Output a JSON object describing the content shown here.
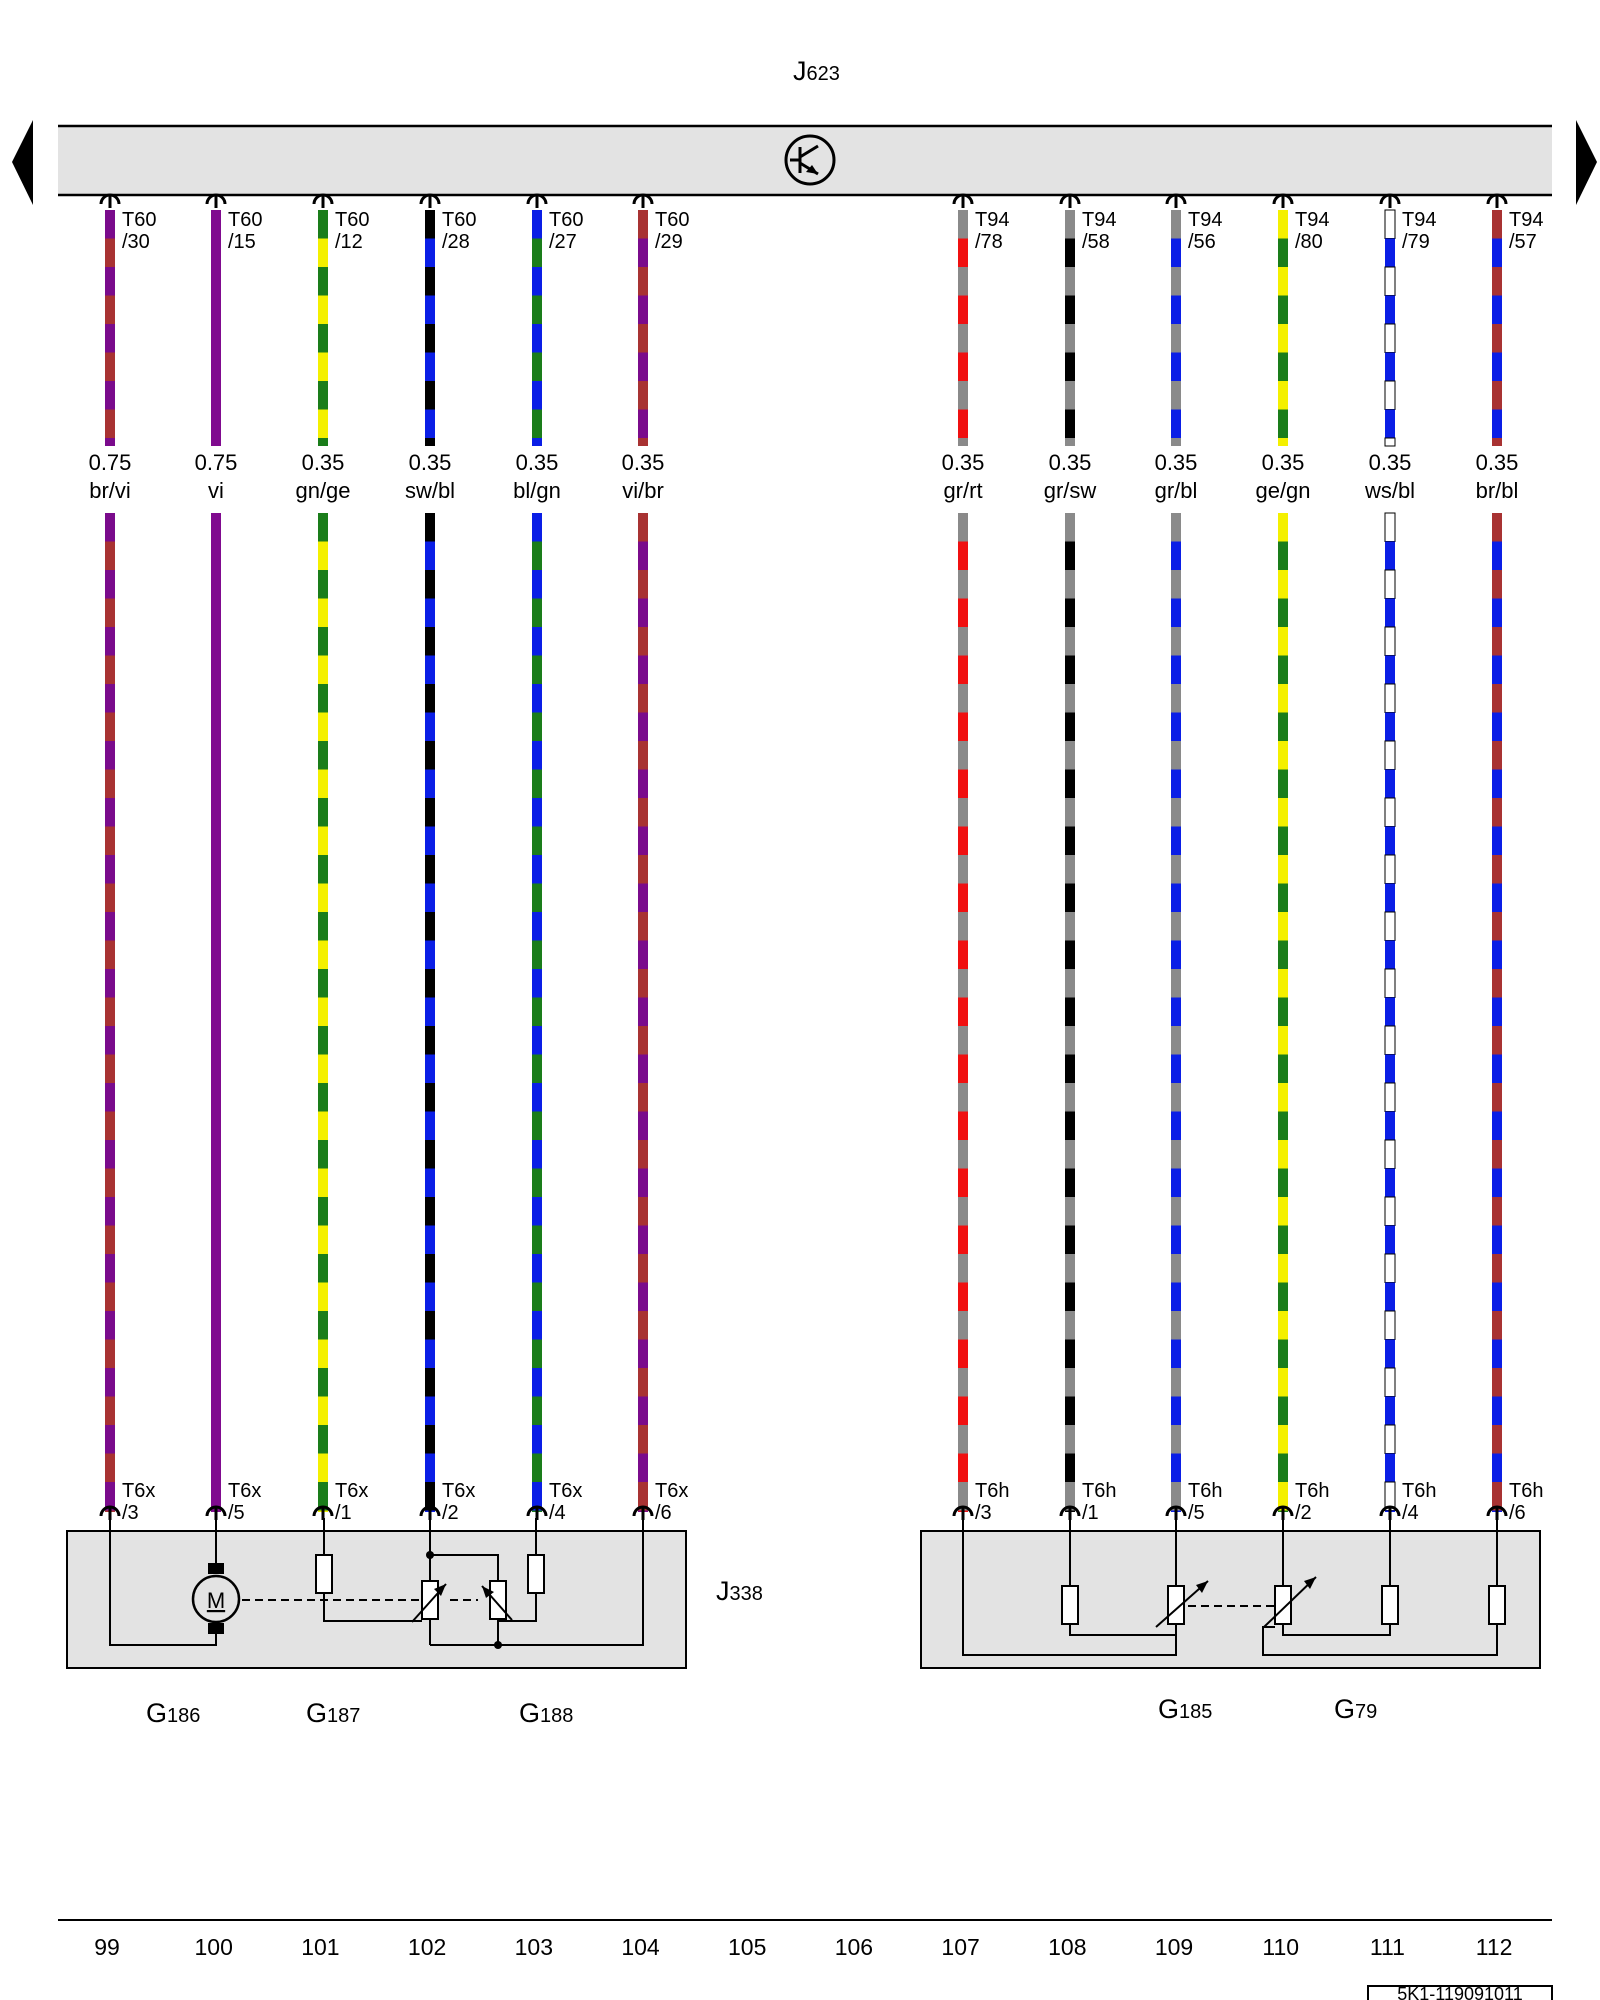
{
  "control_unit": {
    "label_letter": "J",
    "label_num": "623",
    "symbol": "transistor-symbol"
  },
  "component_box_label": {
    "letter": "J",
    "num": "338"
  },
  "left_wires": [
    {
      "connector": "T60",
      "pin": "/30",
      "gauge": "0.75",
      "color_code": "br/vi",
      "colors": [
        "#7a0b8c",
        "#a83232"
      ],
      "bottom_connector": "T6x",
      "bottom_pin": "/3"
    },
    {
      "connector": "T60",
      "pin": "/15",
      "gauge": "0.75",
      "color_code": "vi",
      "colors": [
        "#800a8f"
      ],
      "bottom_connector": "T6x",
      "bottom_pin": "/5"
    },
    {
      "connector": "T60",
      "pin": "/12",
      "gauge": "0.35",
      "color_code": "gn/ge",
      "colors": [
        "#1a7d1a",
        "#f4f000"
      ],
      "bottom_connector": "T6x",
      "bottom_pin": "/1"
    },
    {
      "connector": "T60",
      "pin": "/28",
      "gauge": "0.35",
      "color_code": "sw/bl",
      "colors": [
        "#000000",
        "#0a1ee6"
      ],
      "bottom_connector": "T6x",
      "bottom_pin": "/2"
    },
    {
      "connector": "T60",
      "pin": "/27",
      "gauge": "0.35",
      "color_code": "bl/gn",
      "colors": [
        "#0a1ee6",
        "#1a7d1a"
      ],
      "bottom_connector": "T6x",
      "bottom_pin": "/4"
    },
    {
      "connector": "T60",
      "pin": "/29",
      "gauge": "0.35",
      "color_code": "vi/br",
      "colors": [
        "#a83232",
        "#7a0b8c"
      ],
      "bottom_connector": "T6x",
      "bottom_pin": "/6"
    }
  ],
  "right_wires": [
    {
      "connector": "T94",
      "pin": "/78",
      "gauge": "0.35",
      "color_code": "gr/rt",
      "colors": [
        "#8a8a8a",
        "#f01010"
      ],
      "bottom_connector": "T6h",
      "bottom_pin": "/3"
    },
    {
      "connector": "T94",
      "pin": "/58",
      "gauge": "0.35",
      "color_code": "gr/sw",
      "colors": [
        "#8a8a8a",
        "#000000"
      ],
      "bottom_connector": "T6h",
      "bottom_pin": "/1"
    },
    {
      "connector": "T94",
      "pin": "/56",
      "gauge": "0.35",
      "color_code": "gr/bl",
      "colors": [
        "#8a8a8a",
        "#0a1ee6"
      ],
      "bottom_connector": "T6h",
      "bottom_pin": "/5"
    },
    {
      "connector": "T94",
      "pin": "/80",
      "gauge": "0.35",
      "color_code": "ge/gn",
      "colors": [
        "#f4f000",
        "#1a7d1a"
      ],
      "bottom_connector": "T6h",
      "bottom_pin": "/2"
    },
    {
      "connector": "T94",
      "pin": "/79",
      "gauge": "0.35",
      "color_code": "ws/bl",
      "colors": [
        "#ffffff",
        "#0a1ee6"
      ],
      "bottom_connector": "T6h",
      "bottom_pin": "/4"
    },
    {
      "connector": "T94",
      "pin": "/57",
      "gauge": "0.35",
      "color_code": "br/bl",
      "colors": [
        "#a83232",
        "#0a1ee6"
      ],
      "bottom_connector": "T6h",
      "bottom_pin": "/6"
    }
  ],
  "components": [
    {
      "letter": "G",
      "num": "186"
    },
    {
      "letter": "G",
      "num": "187"
    },
    {
      "letter": "G",
      "num": "188"
    },
    {
      "letter": "G",
      "num": "185"
    },
    {
      "letter": "G",
      "num": "79"
    }
  ],
  "motor_label": "M",
  "columns": [
    "99",
    "100",
    "101",
    "102",
    "103",
    "104",
    "105",
    "106",
    "107",
    "108",
    "109",
    "110",
    "111",
    "112"
  ],
  "document_id": "5K1-119091011",
  "colors": {
    "box_fill": "#e3e3e3",
    "outline": "#000000"
  }
}
